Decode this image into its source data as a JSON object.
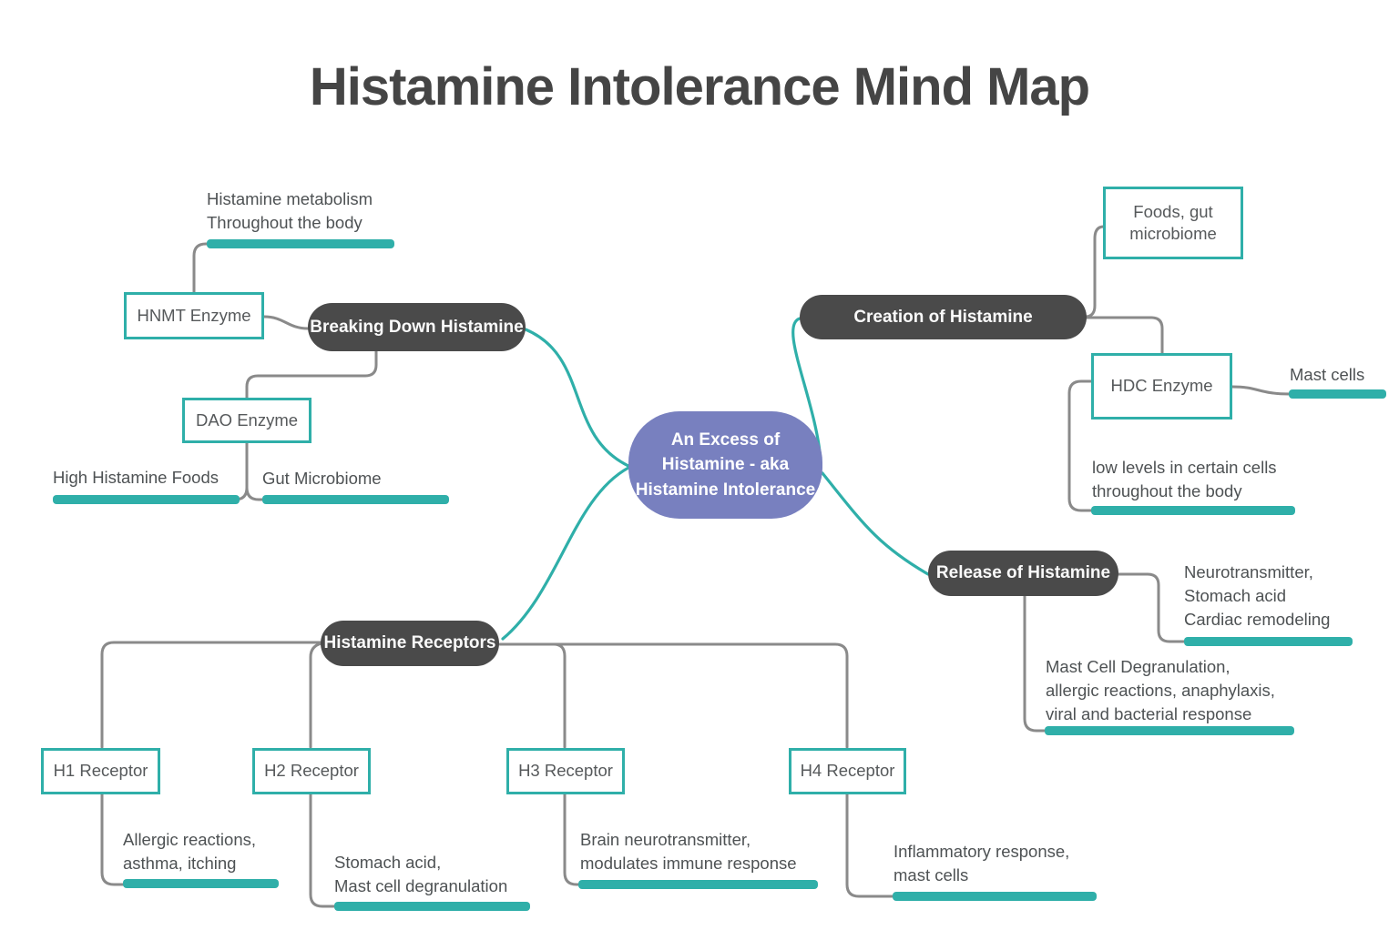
{
  "title": "Histamine Intolerance Mind Map",
  "colors": {
    "accent_teal": "#2FAFA9",
    "hub_dark": "#4A4A4A",
    "center_purple": "#7880BF",
    "connector_gray": "#8A8A8A",
    "text_gray": "#4E5254"
  },
  "center": {
    "label": "An Excess of\nHistamine - aka\nHistamine Intolerance"
  },
  "breaking": {
    "hub": "Breaking Down Histamine",
    "hnmt": "HNMT Enzyme",
    "dao": "DAO Enzyme",
    "metabolism_note": "Histamine metabolism\nThroughout the body",
    "high_foods_note": "High Histamine Foods",
    "gut_note": "Gut Microbiome"
  },
  "creation": {
    "hub": "Creation of Histamine",
    "foods_box": "Foods, gut\nmicrobiome",
    "hdc": "HDC Enzyme",
    "mast_note": "Mast cells",
    "low_levels_note": "low levels in certain cells\nthroughout the body"
  },
  "release": {
    "hub": "Release of Histamine",
    "neuro_note": "Neurotransmitter,\nStomach acid\nCardiac remodeling",
    "degranulation_note": "Mast Cell Degranulation,\nallergic reactions, anaphylaxis,\nviral and bacterial response"
  },
  "receptors": {
    "hub": "Histamine Receptors",
    "h1": "H1 Receptor",
    "h1_note": "Allergic reactions,\nasthma, itching",
    "h2": "H2 Receptor",
    "h2_note": "Stomach acid,\nMast cell degranulation",
    "h3": "H3 Receptor",
    "h3_note": "Brain neurotransmitter,\nmodulates immune response",
    "h4": "H4 Receptor",
    "h4_note": "Inflammatory response,\nmast cells"
  }
}
